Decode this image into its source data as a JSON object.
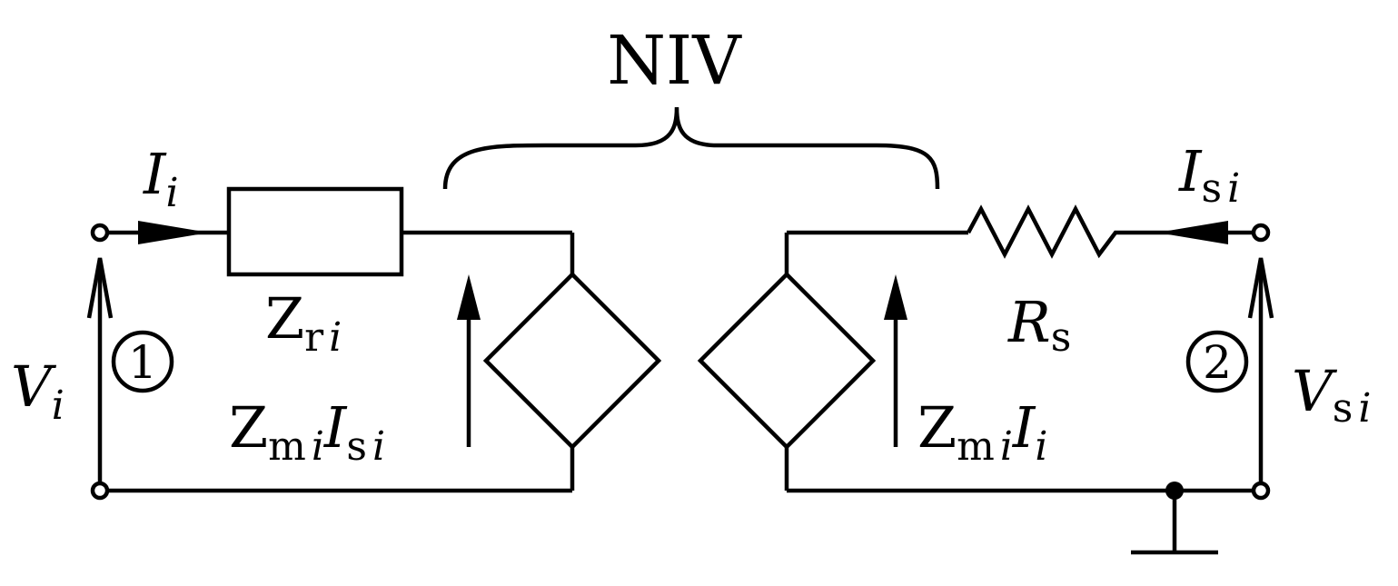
{
  "diagram": {
    "title": "NIV",
    "labels": {
      "input_current": {
        "main": "I",
        "sub": "i"
      },
      "series_impedance": {
        "main": "Z",
        "sub_upright": "r",
        "sub_italic": "i"
      },
      "input_voltage": {
        "main": "V",
        "sub": "i"
      },
      "port1": "1",
      "left_source": {
        "z": "Z",
        "z_sub_upright": "m",
        "z_sub_italic": "i",
        "i": "I",
        "i_sub_upright": "s",
        "i_sub_italic": "i"
      },
      "right_source": {
        "z": "Z",
        "z_sub_upright": "m",
        "z_sub_italic": "i",
        "i": "I",
        "i_sub_italic": "i"
      },
      "resistor": {
        "main": "R",
        "sub": "s"
      },
      "output_current": {
        "main": "I",
        "sub_upright": "s",
        "sub_italic": "i"
      },
      "port2": "2",
      "output_voltage": {
        "main": "V",
        "sub_upright": "s",
        "sub_italic": "i"
      }
    }
  }
}
